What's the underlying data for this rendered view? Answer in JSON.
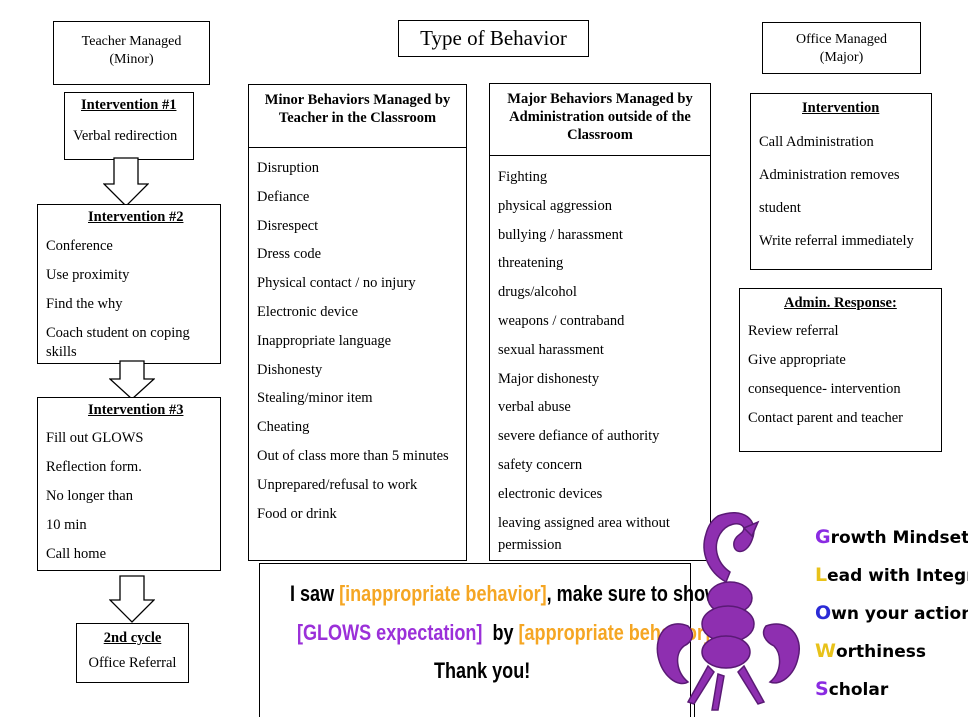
{
  "headers": {
    "teacher_managed": [
      "Teacher Managed",
      "(Minor)"
    ],
    "type_of_behavior": "Type of Behavior",
    "office_managed": [
      "Office Managed",
      "(Major)"
    ]
  },
  "interventions": {
    "i1": {
      "title": "Intervention #1",
      "items": [
        "Verbal redirection"
      ]
    },
    "i2": {
      "title": "Intervention #2",
      "items": [
        "Conference",
        "Use proximity",
        "Find the why",
        "Coach student on coping",
        "skills"
      ]
    },
    "i3": {
      "title": "Intervention #3",
      "items": [
        "Fill out GLOWS",
        "Reflection form.",
        "No longer than",
        "10 min",
        "Call home"
      ]
    },
    "cycle2": {
      "title": "2nd cycle",
      "items": [
        "Office Referral"
      ]
    }
  },
  "minor": {
    "title": [
      "Minor Behaviors Managed by",
      "Teacher in the Classroom"
    ],
    "items": [
      "Disruption",
      "Defiance",
      "Disrespect",
      "Dress code",
      "Physical contact / no injury",
      "Electronic device",
      "Inappropriate language",
      "Dishonesty",
      "Stealing/minor item",
      "Cheating",
      "Out of class more than 5 minutes",
      "Unprepared/refusal to work",
      "Food or drink"
    ]
  },
  "major": {
    "title": [
      "Major Behaviors Managed by",
      "Administration outside of the",
      "Classroom"
    ],
    "items": [
      "Fighting",
      "physical aggression",
      "bullying / harassment",
      "threatening",
      "drugs/alcohol",
      "weapons / contraband",
      "sexual harassment",
      "Major dishonesty",
      "verbal abuse",
      "severe defiance of authority",
      "safety concern",
      "electronic devices",
      "leaving assigned area without",
      "permission"
    ]
  },
  "office_intervention": {
    "title": "Intervention",
    "items": [
      "Call Administration",
      "Administration removes",
      "student",
      "Write referral immediately"
    ]
  },
  "admin_response": {
    "title": "Admin. Response:",
    "items": [
      "Review referral",
      "Give appropriate",
      "consequence- intervention",
      "Contact parent and teacher"
    ]
  },
  "slogan": {
    "line1_a": "I saw ",
    "line1_b": "[inappropriate behavior]",
    "line1_c": ", make sure to show",
    "line2_a": "[GLOWS expectation]",
    "line2_b": "  by ",
    "line2_c": "[appropriate behavior]",
    "line2_d": ".",
    "line3": "Thank you!",
    "colors": {
      "inappropriate": "#f5a623",
      "glows": "#9b30d9",
      "appropriate": "#f5a623"
    }
  },
  "glows": [
    {
      "letter": "G",
      "rest": "rowth Mindset",
      "color": "#8a2be2"
    },
    {
      "letter": "L",
      "rest": "ead with Integrity",
      "color": "#e8c21a"
    },
    {
      "letter": "O",
      "rest": "wn your actions",
      "color": "#2b2bd6"
    },
    {
      "letter": "W",
      "rest": "orthiness",
      "color": "#e8c21a"
    },
    {
      "letter": "S",
      "rest": "cholar",
      "color": "#8a2be2"
    }
  ],
  "mascot": {
    "icon": "scorpion-icon",
    "color": "#8e2fb0"
  }
}
